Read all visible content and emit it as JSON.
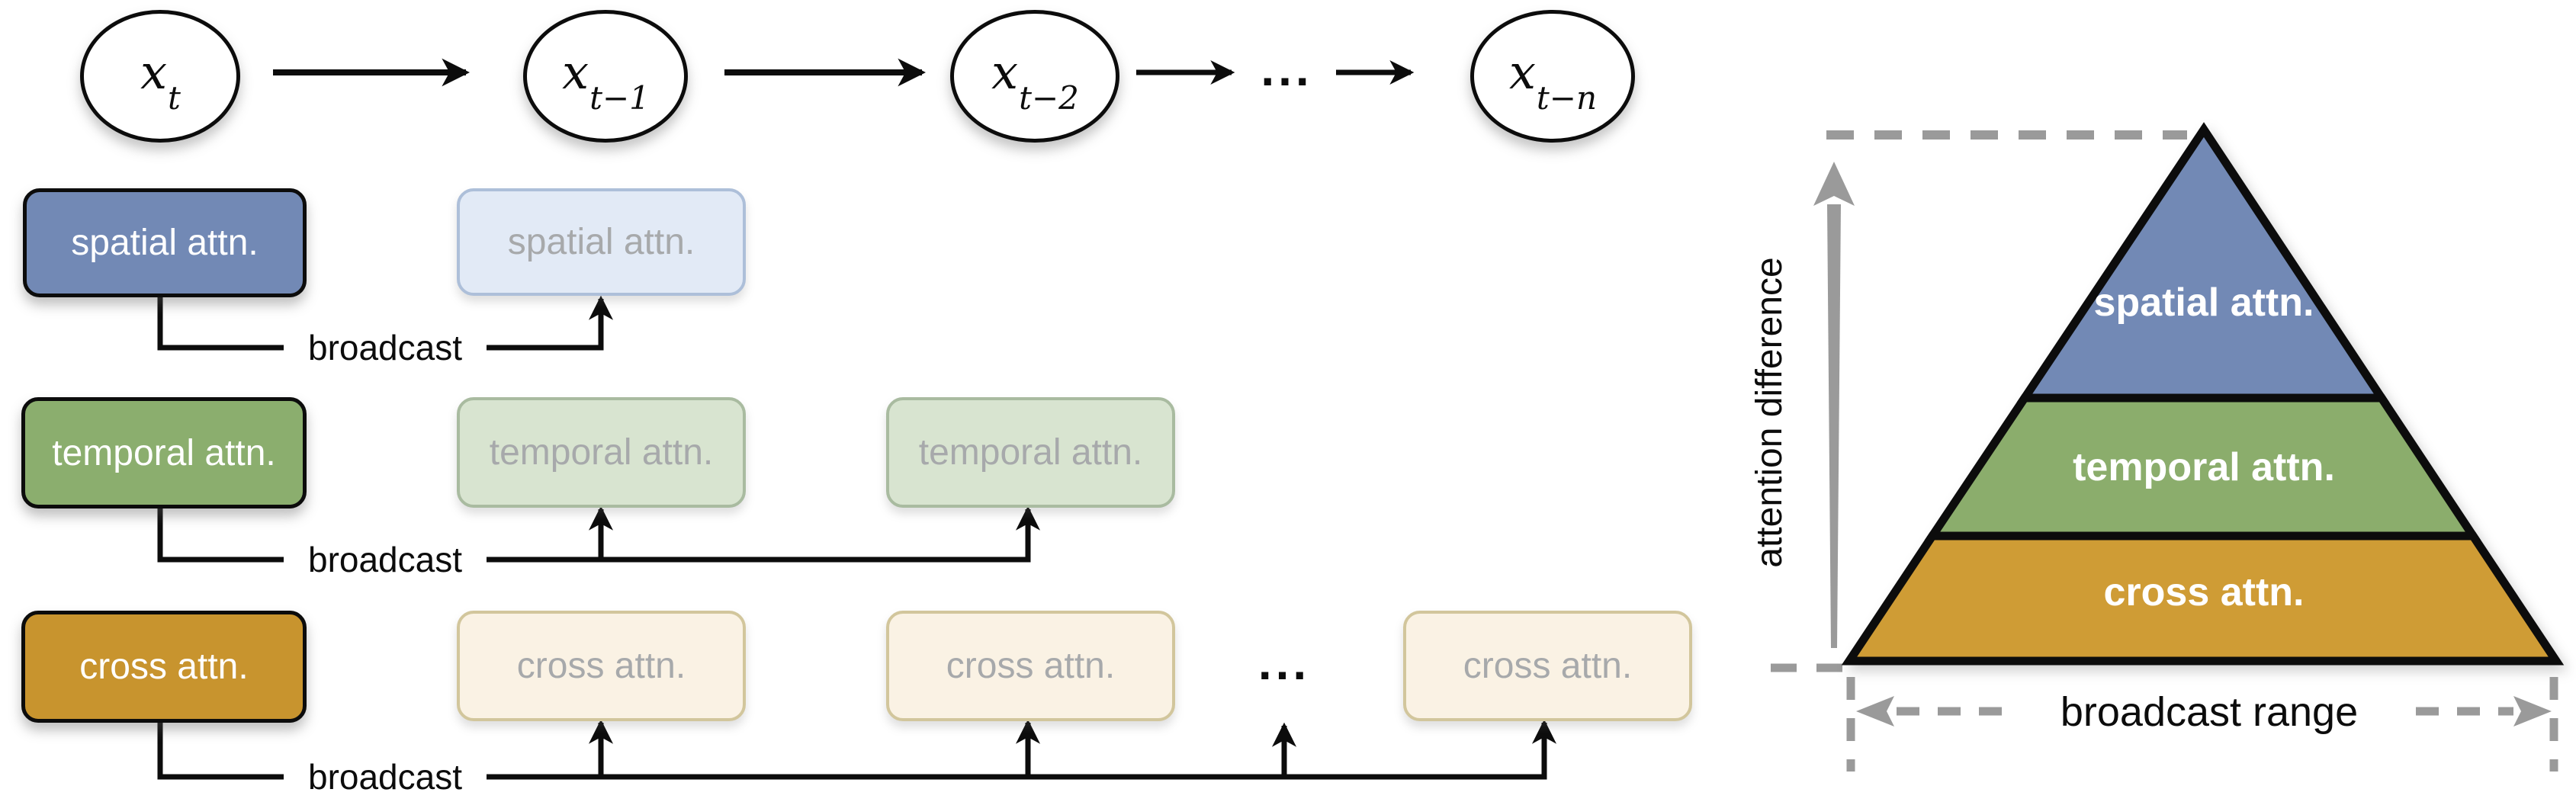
{
  "timeline": {
    "nodes": [
      {
        "main": "x",
        "sub": "t"
      },
      {
        "main": "x",
        "sub": "t−1"
      },
      {
        "main": "x",
        "sub": "t−2"
      },
      {
        "main": "x",
        "sub": "t−n"
      }
    ],
    "ellipsis": "..."
  },
  "rows": [
    {
      "label": "spatial attn.",
      "broadcast_label": "broadcast"
    },
    {
      "label": "temporal attn.",
      "broadcast_label": "broadcast"
    },
    {
      "label": "cross attn.",
      "broadcast_label": "broadcast",
      "ellipsis": "..."
    }
  ],
  "pyramid": {
    "layers": [
      {
        "label": "spatial attn.",
        "color": "#7289b5"
      },
      {
        "label": "temporal attn.",
        "color": "#8bad6c"
      },
      {
        "label": "cross attn.",
        "color": "#cf9c35"
      }
    ],
    "y_axis_label": "attention difference",
    "x_axis_label": "broadcast range"
  },
  "colors": {
    "solid_blue": "#7289b5",
    "solid_green": "#8bae6e",
    "solid_gold": "#c8942e",
    "faded_blue_bg": "#e2eaf6",
    "faded_green_bg": "#d8e4d0",
    "faded_cream_bg": "#faf2e4",
    "faded_text": "#a7a9ab",
    "guide_gray": "#9a9a9a",
    "outline_black": "#0c0c0c"
  }
}
